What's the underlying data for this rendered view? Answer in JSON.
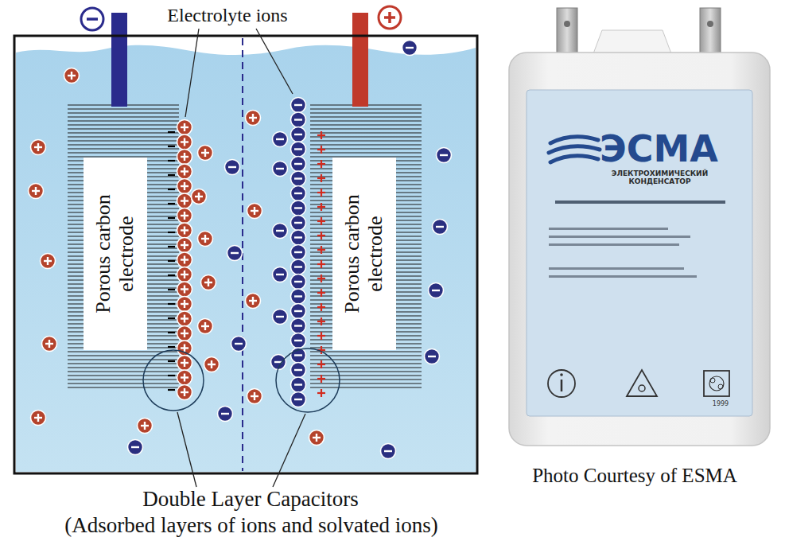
{
  "diagram": {
    "nodes": [
      {
        "text": [
          "Porous carbon electrode"
        ]
      },
      {
        "text": [
          "Porous carbon electrode"
        ]
      },
      {
        "text": [
          "ЭСМА",
          "ЭЛЕКТРОХИМИЧЕСКИЙ КОНДЕНСАТОР",
          "1999"
        ]
      }
    ],
    "labels": [
      "Electrolyte ions",
      "Double Layer Capacitors",
      "(Adsorbed layers of ions and solvated ions)",
      "Photo Courtesy of ESMA"
    ]
  }
}
